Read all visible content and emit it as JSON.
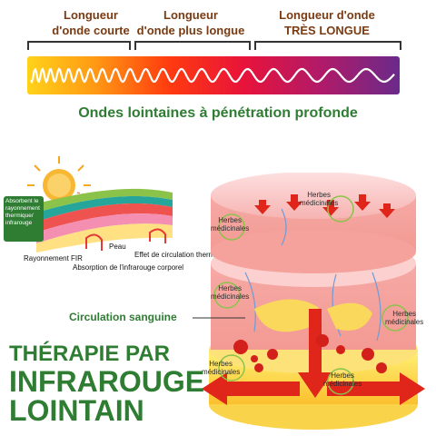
{
  "wavelengths": {
    "short": "Longueur\nd'onde courte",
    "longer": "Longueur\nd'onde plus longue",
    "very_long": "Longueur d'onde\nTRÈS LONGUE"
  },
  "subtitle": "Ondes lointaines à pénétration profonde",
  "diagram": {
    "absorb_box": "Absorbent le rayonnement thermique/ infrarouge",
    "peau": "Peau",
    "effet": "Effet de circulation thermique",
    "rayonnement": "Rayonnement FIR",
    "absorption": "Absorption de l'infrarouge corporel",
    "circulation": "Circulation sanguine",
    "herbes": "Herbes\nmédicinales"
  },
  "title": {
    "line1": "THÉRAPIE PAR",
    "line2": "INFRAROUGE",
    "line3": "LOINTAIN"
  },
  "colors": {
    "accent_green": "#2e7d32",
    "label_brown": "#7a3b12",
    "arrow_red": "#e0261a"
  }
}
